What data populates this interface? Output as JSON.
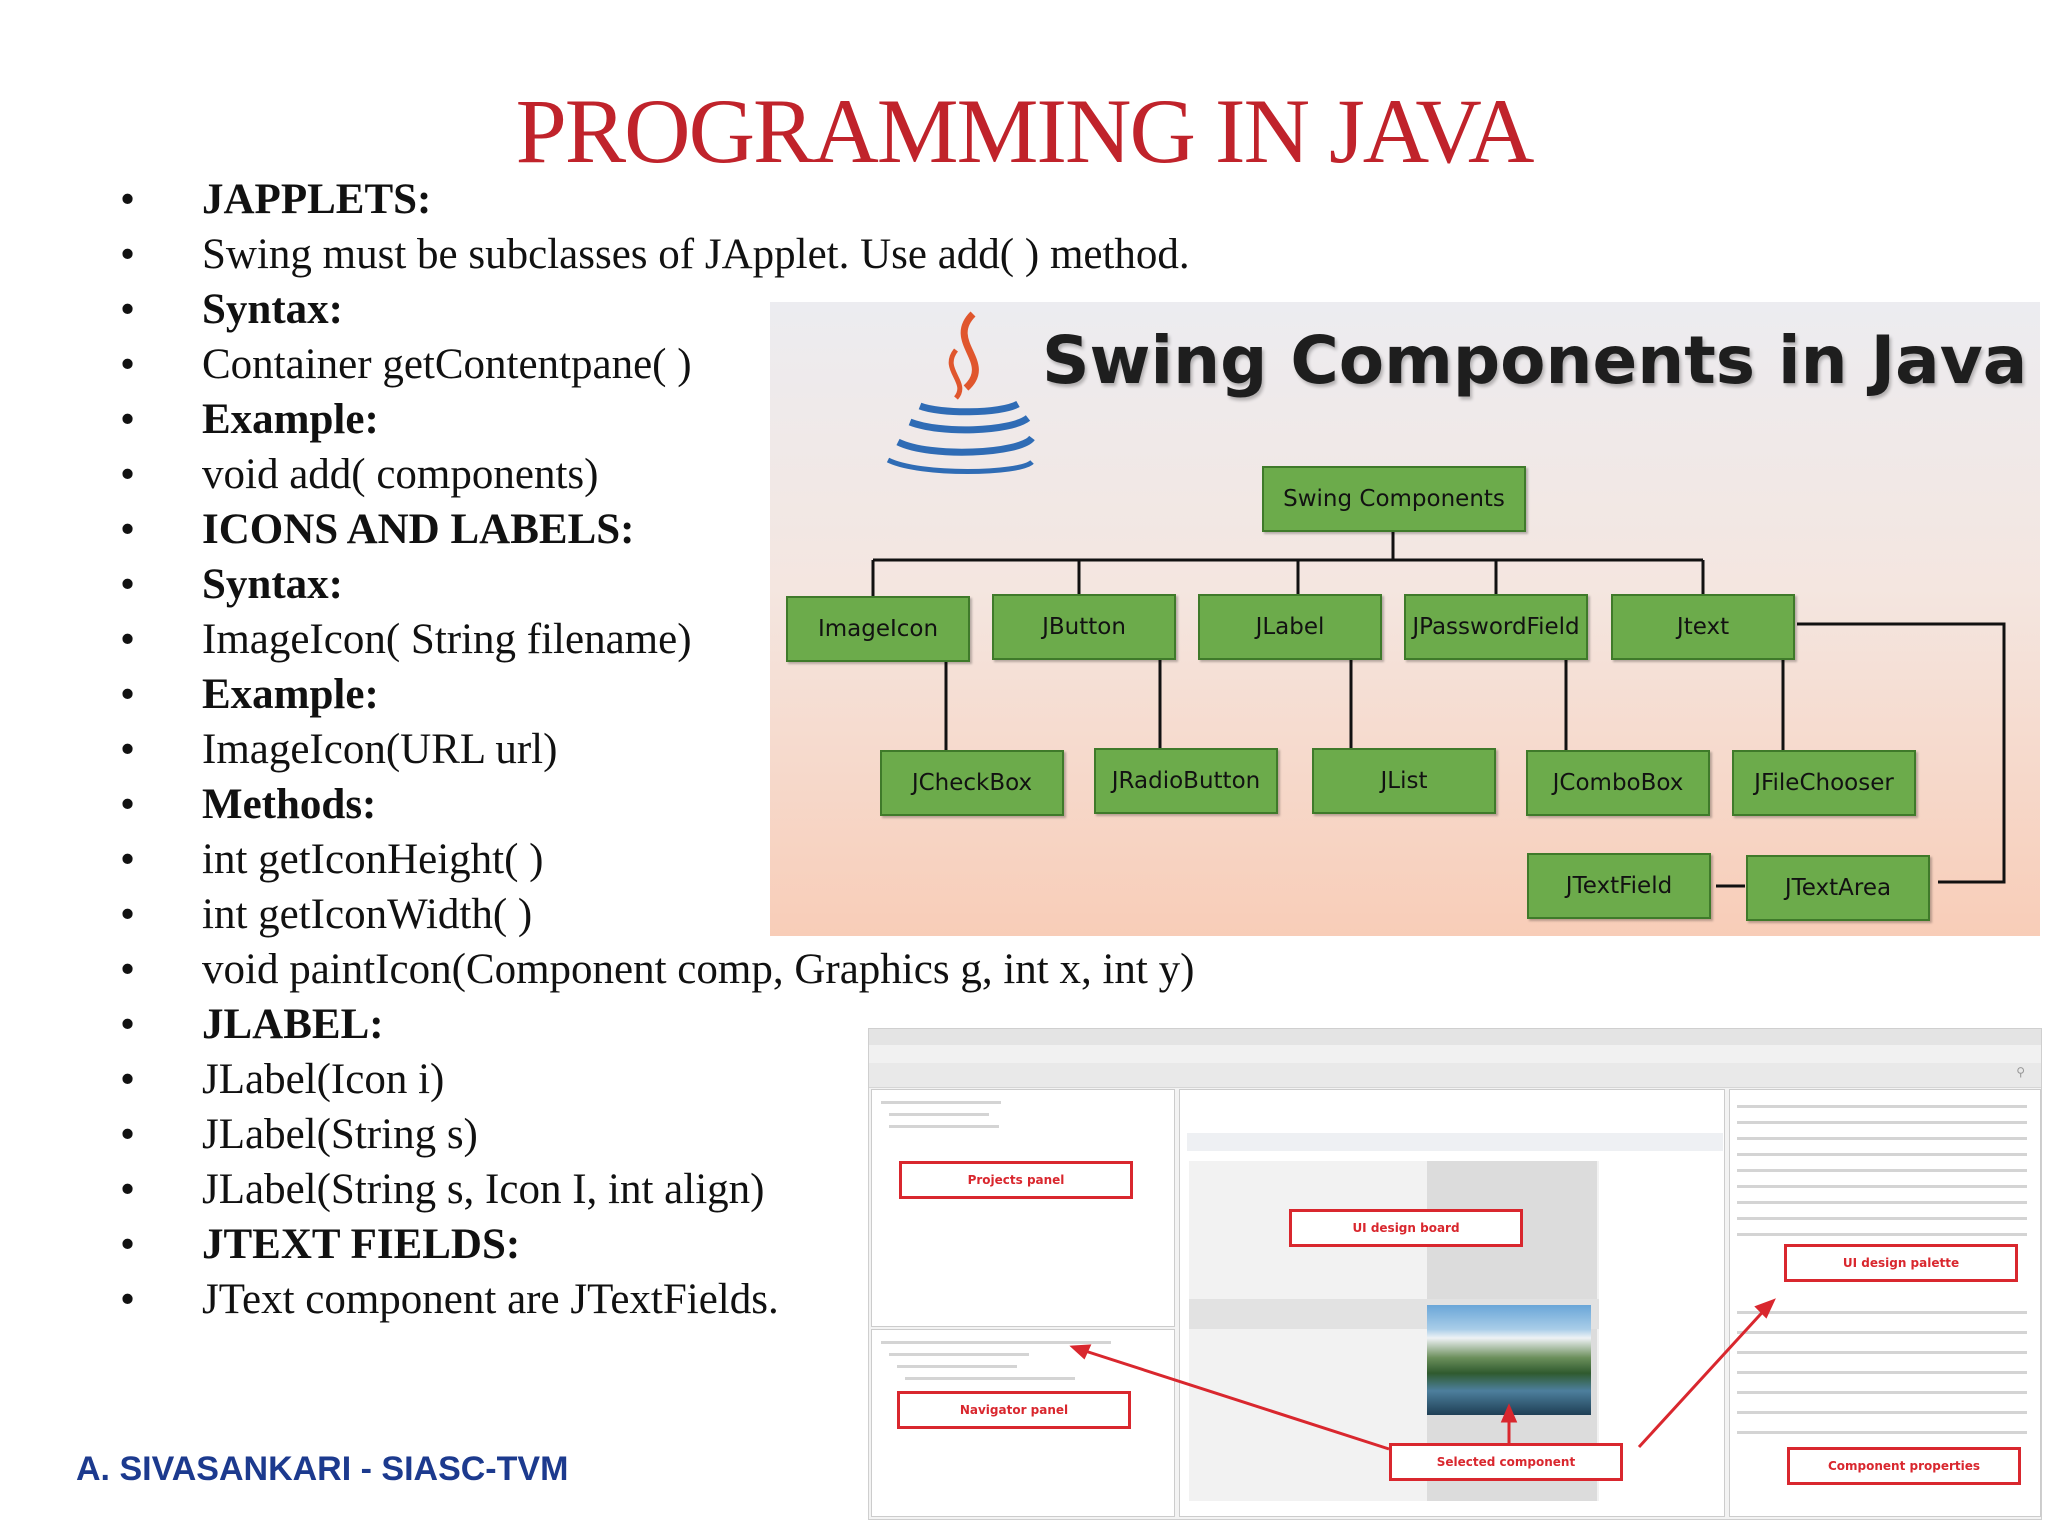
{
  "slide": {
    "title": "PROGRAMMING IN JAVA",
    "footer": "A. SIVASANKARI - SIASC-TVM",
    "bullet_glyph": "•"
  },
  "bullets": [
    {
      "text": "JAPPLETS:",
      "bold": true
    },
    {
      "text": "Swing must be subclasses of JApplet. Use add( ) method.",
      "bold": false
    },
    {
      "text": "Syntax:",
      "bold": true
    },
    {
      "text": "Container getContentpane( )",
      "bold": false
    },
    {
      "text": "Example:",
      "bold": true
    },
    {
      "text": "void add( components)",
      "bold": false
    },
    {
      "text": "ICONS AND LABELS:",
      "bold": true
    },
    {
      "text": "Syntax:",
      "bold": true
    },
    {
      "text": "ImageIcon( String filename)",
      "bold": false
    },
    {
      "text": "Example:",
      "bold": true
    },
    {
      "text": "ImageIcon(URL url)",
      "bold": false
    },
    {
      "text": "Methods:",
      "bold": true
    },
    {
      "text": "int getIconHeight( )",
      "bold": false
    },
    {
      "text": "int getIconWidth( )",
      "bold": false
    },
    {
      "text": "void paintIcon(Component comp, Graphics g, int x, int y)",
      "bold": false
    },
    {
      "text": "JLABEL:",
      "bold": true
    },
    {
      "text": "JLabel(Icon i)",
      "bold": false
    },
    {
      "text": "JLabel(String s)",
      "bold": false
    },
    {
      "text": "JLabel(String s, Icon I, int align)",
      "bold": false
    },
    {
      "text": "JTEXT FIELDS:",
      "bold": true
    },
    {
      "text": "JText component are JTextFields.",
      "bold": false
    }
  ],
  "swing_diagram": {
    "title": "Swing Components in Java",
    "logo_icon": "java-coffee-cup-icon",
    "root": "Swing Components",
    "level1": [
      "ImageIcon",
      "JButton",
      "JLabel",
      "JPasswordField",
      "Jtext"
    ],
    "level2": [
      "JCheckBox",
      "JRadioButton",
      "JList",
      "JComboBox",
      "JFileChooser"
    ],
    "level3": [
      "JTextField",
      "JTextArea"
    ],
    "colors": {
      "node_fill": "#6cab4b",
      "node_border": "#3f7a2a"
    }
  },
  "ide_screenshot": {
    "callouts": {
      "projects": "Projects panel",
      "design_board": "UI design board",
      "palette": "UI design palette",
      "navigator": "Navigator panel",
      "selected": "Selected component",
      "properties": "Component properties"
    },
    "colors": {
      "callout": "#d9272e"
    }
  }
}
